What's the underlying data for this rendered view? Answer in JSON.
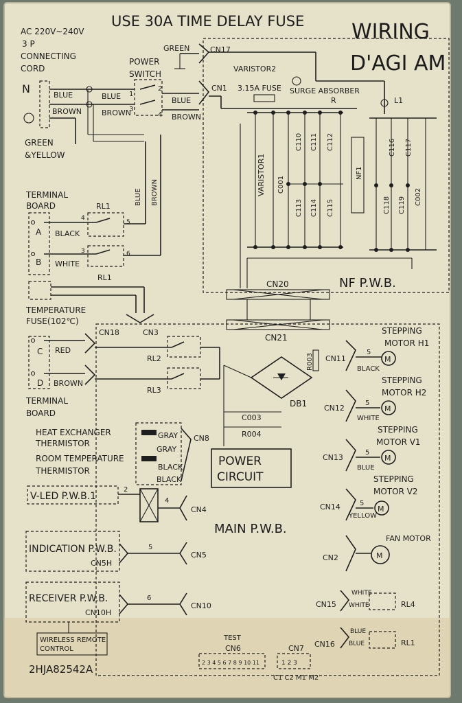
{
  "header": {
    "fuse_note": "USE 30A TIME DELAY FUSE",
    "title_line1": "WIRING",
    "title_line2": "D'AGI AM"
  },
  "power_input": {
    "supply": "AC 220V~240V",
    "cord_line1": "3 P",
    "cord_line2": "CONNECTING",
    "cord_line3": "CORD",
    "terminal_n": "N",
    "wire_blue": "BLUE",
    "wire_brown": "BROWN",
    "ground_line1": "GREEN",
    "ground_line2": "&YELLOW"
  },
  "power_switch": {
    "label_line1": "POWER",
    "label_line2": "SWITCH",
    "wire_blue": "BLUE",
    "wire_brown": "BROWN",
    "pin1": "1",
    "pin2": "2",
    "pin3": "3",
    "pin4": "4"
  },
  "top_connectors": {
    "green": "GREEN",
    "cn17": "CN17",
    "cn1": "CN1",
    "blue": "BLUE",
    "brown": "BROWN"
  },
  "nf_board": {
    "varistor2": "VARISTOR2",
    "fuse": "3.15A FUSE",
    "surge_absorber": "SURGE ABSORBER",
    "varistor1": "VARISTOR1",
    "c001": "C001",
    "c110": "C110",
    "c111": "C111",
    "c112": "C112",
    "c113": "C113",
    "c114": "C114",
    "c115": "C115",
    "nf1": "NF1",
    "l1": "L1",
    "c116": "C116",
    "c117": "C117",
    "c118": "C118",
    "c119": "C119",
    "c002": "C002",
    "r": "R",
    "cn20": "CN20",
    "board_label": "NF P.W.B."
  },
  "left_panel": {
    "terminal_board_1_line1": "TERMINAL",
    "terminal_board_1_line2": "BOARD",
    "term_a": "A",
    "term_b": "B",
    "wire_black": "BLACK",
    "wire_white": "WHITE",
    "rl1_top": "RL1",
    "rl1_bottom": "RL1",
    "pin4": "4",
    "pin5": "5",
    "pin3": "3",
    "pin6": "6",
    "vert_blue": "BLUE",
    "vert_brown": "BROWN",
    "temp_fuse_line1": "TEMPERATURE",
    "temp_fuse_line2": "FUSE(102℃)",
    "cn18": "CN18",
    "cn3": "CN3",
    "term_c": "C",
    "term_d": "D",
    "wire_red": "RED",
    "wire_brown": "BROWN",
    "rl2": "RL2",
    "rl3": "RL3",
    "terminal_board_2_line1": "TERMINAL",
    "terminal_board_2_line2": "BOARD"
  },
  "thermistors": {
    "heat_ex_line1": "HEAT EXCHANGER",
    "heat_ex_line2": "THERMISTOR",
    "room_line1": "ROOM TEMPERATURE",
    "room_line2": "THERMISTOR",
    "gray1": "GRAY",
    "gray2": "GRAY",
    "black1": "BLACK",
    "black2": "BLACK",
    "cn8": "CN8"
  },
  "sub_boards": {
    "vled": "V-LED P.W.B.1",
    "vled_n1": "2",
    "vled_n2": "4",
    "cn4": "CN4",
    "indication": "INDICATION P.W.B.",
    "cn5h": "CN5H",
    "cn5_n": "5",
    "cn5": "CN5",
    "receiver": "RECEIVER P.W.B.",
    "cn10h": "CN10H",
    "cn10_n": "6",
    "cn10": "CN10",
    "remote_line1": "WIRELESS REMOTE",
    "remote_line2": "CONTROL",
    "part_no": "2HJA82542A"
  },
  "main_board": {
    "cn21": "CN21",
    "r003": "R003",
    "db1": "DB1",
    "c003": "C003",
    "r004": "R004",
    "power_line1": "POWER",
    "power_line2": "CIRCUIT",
    "label": "MAIN P.W.B.",
    "test": "TEST",
    "cn6": "CN6",
    "cn6_pins": "2 3 4 5 6 7 8 9 10 11",
    "cn7": "CN7",
    "cn7_pins": "1 2 3",
    "cn7_sub": "C1 C2 M1 M2"
  },
  "right_side": {
    "cn11": "CN11",
    "motor_h1_line1": "STEPPING",
    "motor_h1_line2": "MOTOR H1",
    "n5a": "5",
    "black": "BLACK",
    "cn12": "CN12",
    "motor_h2_line1": "STEPPING",
    "motor_h2_line2": "MOTOR H2",
    "n5b": "5",
    "white": "WHITE",
    "cn13": "CN13",
    "motor_v1_line1": "STEPPING",
    "motor_v1_line2": "MOTOR V1",
    "n5c": "5",
    "blue": "BLUE",
    "cn14": "CN14",
    "motor_v2_line1": "STEPPING",
    "motor_v2_line2": "MOTOR V2",
    "n5d": "5",
    "yellow": "YELLOW",
    "cn2": "CN2",
    "fan_motor": "FAN MOTOR",
    "m": "M",
    "cn15": "CN15",
    "white1": "WHITE",
    "white2": "WHITE",
    "rl4": "RL4",
    "cn16": "CN16",
    "blue1": "BLUE",
    "blue2": "BLUE",
    "rl1": "RL1"
  }
}
